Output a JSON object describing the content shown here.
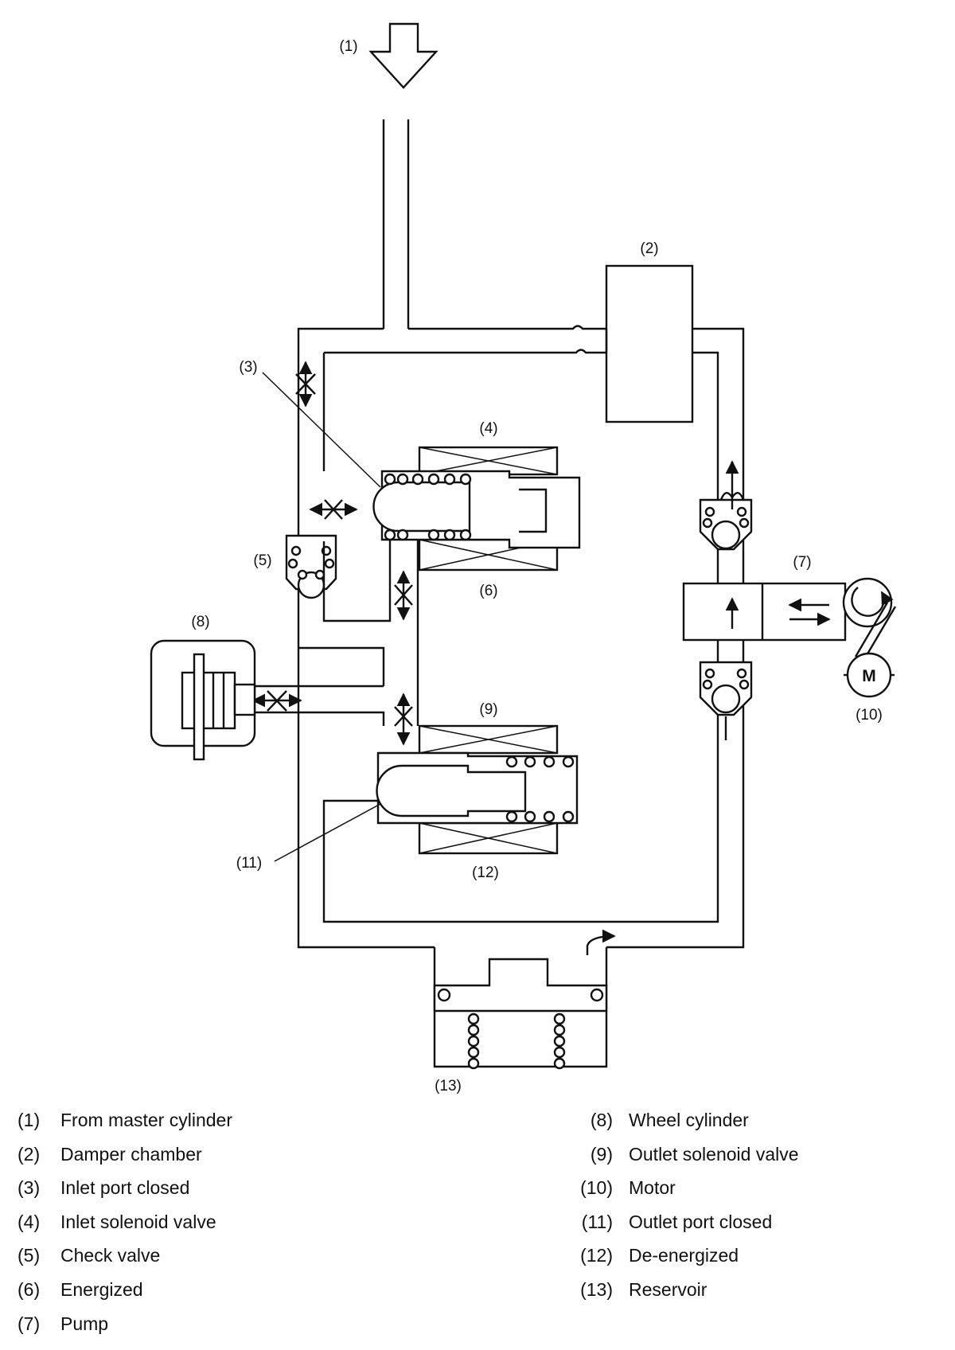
{
  "callouts": {
    "c1": "(1)",
    "c2": "(2)",
    "c3": "(3)",
    "c4": "(4)",
    "c5": "(5)",
    "c6": "(6)",
    "c7": "(7)",
    "c8": "(8)",
    "c9": "(9)",
    "c10": "(10)",
    "c11": "(11)",
    "c12": "(12)",
    "c13": "(13)"
  },
  "motor_letter": "M",
  "legend_left": [
    {
      "num": "(1)",
      "label": "From master cylinder"
    },
    {
      "num": "(2)",
      "label": "Damper chamber"
    },
    {
      "num": "(3)",
      "label": "Inlet port closed"
    },
    {
      "num": "(4)",
      "label": "Inlet solenoid valve"
    },
    {
      "num": "(5)",
      "label": "Check valve"
    },
    {
      "num": "(6)",
      "label": "Energized"
    },
    {
      "num": "(7)",
      "label": "Pump"
    }
  ],
  "legend_right": [
    {
      "num": "(8)",
      "label": "Wheel cylinder"
    },
    {
      "num": "(9)",
      "label": "Outlet solenoid valve"
    },
    {
      "num": "(10)",
      "label": "Motor"
    },
    {
      "num": "(11)",
      "label": "Outlet port closed"
    },
    {
      "num": "(12)",
      "label": "De-energized"
    },
    {
      "num": "(13)",
      "label": "Reservoir"
    }
  ]
}
